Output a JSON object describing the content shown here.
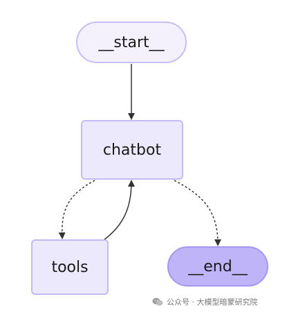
{
  "nodes": {
    "start": "__start__",
    "chatbot": "chatbot",
    "tools": "tools",
    "end": "__end__"
  },
  "edges": [
    {
      "from": "__start__",
      "to": "chatbot",
      "style": "solid"
    },
    {
      "from": "chatbot",
      "to": "tools",
      "style": "dashed"
    },
    {
      "from": "tools",
      "to": "chatbot",
      "style": "solid"
    },
    {
      "from": "chatbot",
      "to": "__end__",
      "style": "dashed"
    }
  ],
  "watermark": {
    "text": "公众号 · 大模型暗蒙研究院",
    "icon": "wechat-icon"
  },
  "colors": {
    "node_fill": "#ece9fd",
    "node_border": "#c4b9f4",
    "end_fill": "#bfb4f6",
    "edge": "#333333"
  }
}
